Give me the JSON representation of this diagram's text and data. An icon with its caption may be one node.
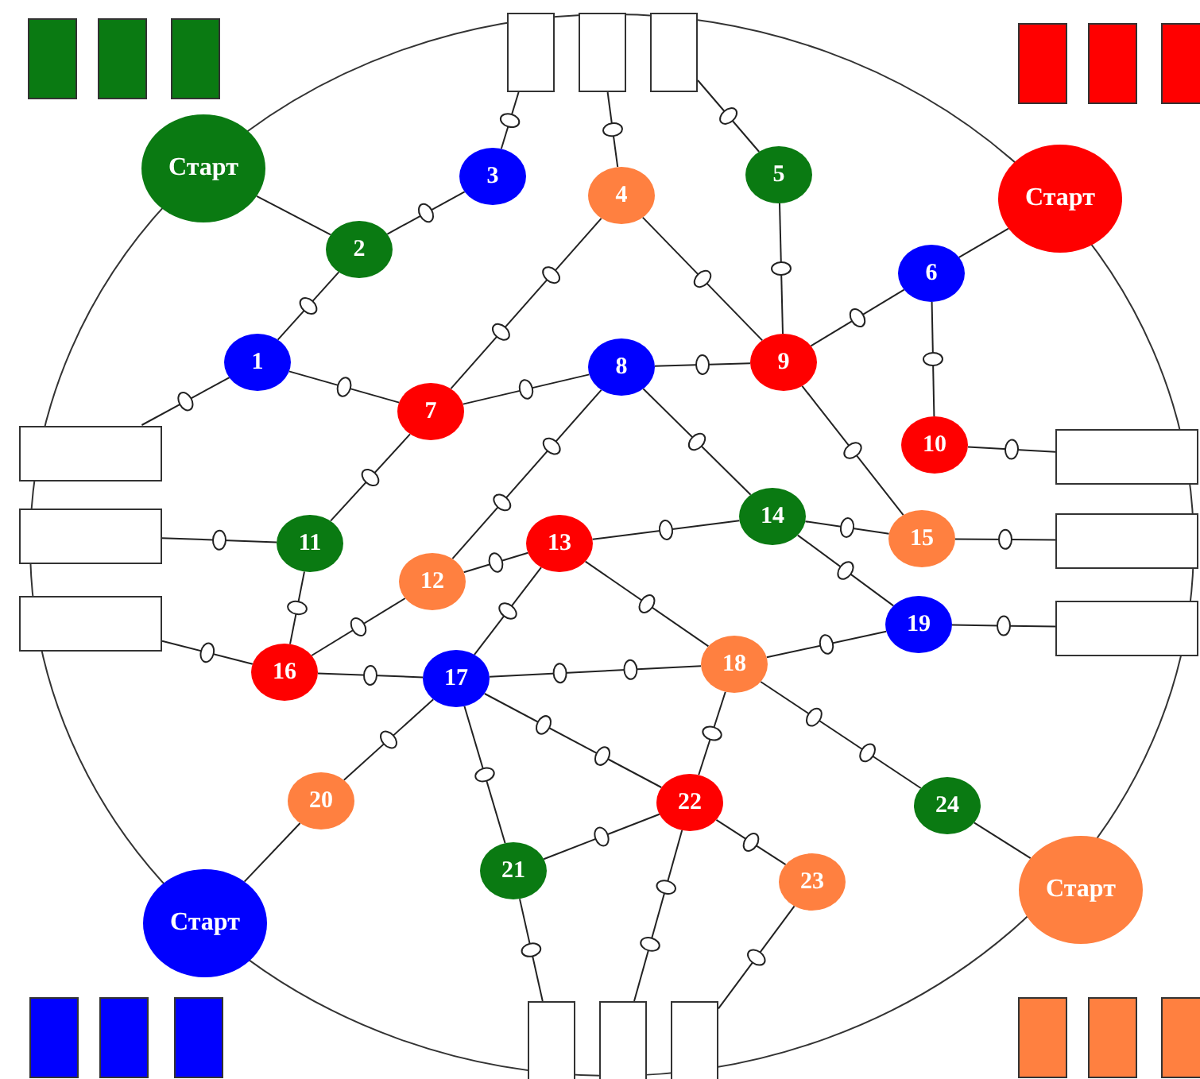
{
  "diagram": {
    "nodes": [
      {
        "text": [],
        "shape": "box"
      },
      {
        "text": [],
        "shape": "box"
      },
      {
        "text": [],
        "shape": "box"
      },
      {
        "text": [
          "Старт"
        ]
      },
      {
        "text": [
          "3"
        ]
      },
      {
        "text": [
          "4"
        ]
      },
      {
        "text": [
          "5"
        ]
      },
      {
        "text": [
          "Старт"
        ]
      },
      {
        "text": [
          "2"
        ]
      },
      {
        "text": [
          "6"
        ]
      },
      {
        "text": [
          "1"
        ]
      },
      {
        "text": [
          "8"
        ]
      },
      {
        "text": [
          "9"
        ]
      },
      {
        "text": [
          "7"
        ]
      },
      {
        "text": [],
        "shape": "box"
      },
      {
        "text": [
          "10"
        ]
      },
      {
        "text": [],
        "shape": "box"
      },
      {
        "text": [
          "14"
        ]
      },
      {
        "text": [],
        "shape": "box"
      },
      {
        "text": [
          "11"
        ]
      },
      {
        "text": [
          "13"
        ]
      },
      {
        "text": [
          "15"
        ]
      },
      {
        "text": [],
        "shape": "box"
      },
      {
        "text": [
          "12"
        ]
      },
      {
        "text": [],
        "shape": "box"
      },
      {
        "text": [
          "19"
        ]
      },
      {
        "text": [],
        "shape": "box"
      },
      {
        "text": [
          "18"
        ]
      },
      {
        "text": [
          "16"
        ]
      },
      {
        "text": [
          "17"
        ]
      },
      {
        "text": [
          "20"
        ]
      },
      {
        "text": [
          "22"
        ]
      },
      {
        "text": [
          "24"
        ]
      },
      {
        "text": [
          "21"
        ]
      },
      {
        "text": [
          "23"
        ]
      },
      {
        "text": [
          "Старт"
        ]
      },
      {
        "text": [
          "Старт"
        ]
      },
      {
        "text": [],
        "shape": "box"
      },
      {
        "text": [],
        "shape": "box"
      },
      {
        "text": [],
        "shape": "box"
      }
    ],
    "edges": [
      {
        "from": 0,
        "to": 4,
        "arrow": "none"
      },
      {
        "from": 1,
        "to": 5,
        "arrow": "none"
      },
      {
        "from": 2,
        "to": 6,
        "arrow": "none"
      },
      {
        "from": 3,
        "to": 8,
        "arrow": "none"
      },
      {
        "from": 8,
        "to": 4,
        "arrow": "none"
      },
      {
        "from": 8,
        "to": 10,
        "arrow": "none"
      },
      {
        "from": 10,
        "to": 14,
        "arrow": "none"
      },
      {
        "from": 10,
        "to": 13,
        "arrow": "none"
      },
      {
        "from": 5,
        "to": 13,
        "arrow": "none"
      },
      {
        "from": 5,
        "to": 12,
        "arrow": "none"
      },
      {
        "from": 6,
        "to": 12,
        "arrow": "none"
      },
      {
        "from": 7,
        "to": 9,
        "arrow": "none"
      },
      {
        "from": 9,
        "to": 12,
        "arrow": "none"
      },
      {
        "from": 9,
        "to": 15,
        "arrow": "none"
      },
      {
        "from": 15,
        "to": 16,
        "arrow": "none"
      },
      {
        "from": 11,
        "to": 13,
        "arrow": "none"
      },
      {
        "from": 11,
        "to": 12,
        "arrow": "none"
      },
      {
        "from": 11,
        "to": 23,
        "arrow": "none"
      },
      {
        "from": 11,
        "to": 17,
        "arrow": "none"
      },
      {
        "from": 12,
        "to": 21,
        "arrow": "none"
      },
      {
        "from": 13,
        "to": 19,
        "arrow": "none"
      },
      {
        "from": 19,
        "to": 18,
        "arrow": "none"
      },
      {
        "from": 19,
        "to": 28,
        "arrow": "none"
      },
      {
        "from": 20,
        "to": 17,
        "arrow": "none"
      },
      {
        "from": 17,
        "to": 25,
        "arrow": "none"
      },
      {
        "from": 17,
        "to": 21,
        "arrow": "none"
      },
      {
        "from": 21,
        "to": 22,
        "arrow": "none"
      },
      {
        "from": 23,
        "to": 20,
        "arrow": "none"
      },
      {
        "from": 23,
        "to": 28,
        "arrow": "none"
      },
      {
        "from": 20,
        "to": 29,
        "arrow": "none"
      },
      {
        "from": 20,
        "to": 27,
        "arrow": "none"
      },
      {
        "from": 25,
        "to": 26,
        "arrow": "none"
      },
      {
        "from": 25,
        "to": 27,
        "arrow": "none"
      },
      {
        "from": 24,
        "to": 28,
        "arrow": "none"
      },
      {
        "from": 28,
        "to": 29,
        "arrow": "none"
      },
      {
        "from": 29,
        "to": 27,
        "arrow": "none"
      },
      {
        "from": 29,
        "to": 30,
        "arrow": "none"
      },
      {
        "from": 29,
        "to": 33,
        "arrow": "none"
      },
      {
        "from": 29,
        "to": 31,
        "arrow": "none"
      },
      {
        "from": 27,
        "to": 31,
        "arrow": "none"
      },
      {
        "from": 27,
        "to": 32,
        "arrow": "none"
      },
      {
        "from": 32,
        "to": 35,
        "arrow": "none"
      },
      {
        "from": 30,
        "to": 36,
        "arrow": "none"
      },
      {
        "from": 33,
        "to": 31,
        "arrow": "none"
      },
      {
        "from": 33,
        "to": 37,
        "arrow": "none"
      },
      {
        "from": 31,
        "to": 38,
        "arrow": "none"
      },
      {
        "from": 31,
        "to": 34,
        "arrow": "none"
      },
      {
        "from": 34,
        "to": 39,
        "arrow": "none"
      }
    ]
  }
}
